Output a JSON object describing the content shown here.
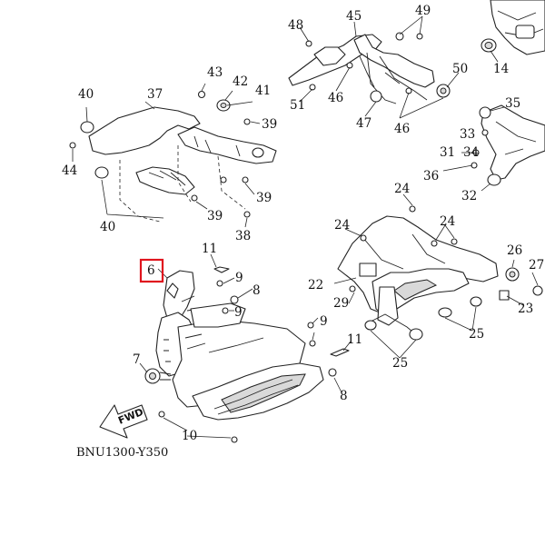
{
  "diagram": {
    "code": "BNU1300-Y350",
    "arrow_label": "FWD",
    "highlighted_callout": "6",
    "highlight_color": "#e0141e",
    "callouts": [
      "48",
      "45",
      "49",
      "14",
      "50",
      "51",
      "46",
      "47",
      "46",
      "43",
      "42",
      "41",
      "40",
      "37",
      "39",
      "33",
      "35",
      "31",
      "34",
      "36",
      "32",
      "44",
      "40",
      "39",
      "39",
      "38",
      "24",
      "24",
      "24",
      "26",
      "27",
      "22",
      "29",
      "23",
      "25",
      "25",
      "11",
      "6",
      "9",
      "8",
      "9",
      "9",
      "11",
      "7",
      "8",
      "10"
    ]
  }
}
